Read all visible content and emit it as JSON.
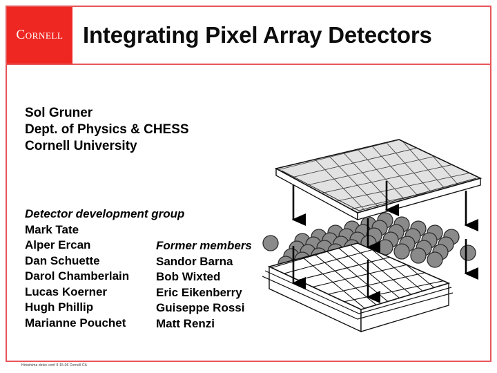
{
  "slide": {
    "logo_text": "Cornell",
    "title": "Integrating Pixel Array Detectors",
    "footer": "Hiroshima detec conf 9-15-06 Cornell CA"
  },
  "colors": {
    "brand_red": "#ee2722",
    "frame_red": "#e8555a",
    "sphere_gray": "#8a8a8a",
    "plate_gray": "#e0e0e0",
    "text_black": "#000000"
  },
  "affiliation": {
    "line1": "Sol Gruner",
    "line2": "Dept. of Physics & CHESS",
    "line3": "Cornell University"
  },
  "group": {
    "heading": "Detector development group",
    "members": [
      "Mark Tate",
      "Alper Ercan",
      "Dan Schuette",
      "Darol Chamberlain",
      "Lucas Koerner",
      "Hugh Phillip",
      "Marianne Pouchet"
    ]
  },
  "former": {
    "heading": "Former members",
    "members": [
      "Sandor Barna",
      "Bob Wixted",
      "Eric Eikenberry",
      "Guiseppe Rossi",
      "Matt Renzi"
    ]
  },
  "diagram": {
    "name": "pixel-array-detector-diagram",
    "top_plate_label": "sensor-plate",
    "bump_bond_label": "bump-bond-array",
    "bottom_plate_label": "asic-plate",
    "arrow_count": 3
  }
}
